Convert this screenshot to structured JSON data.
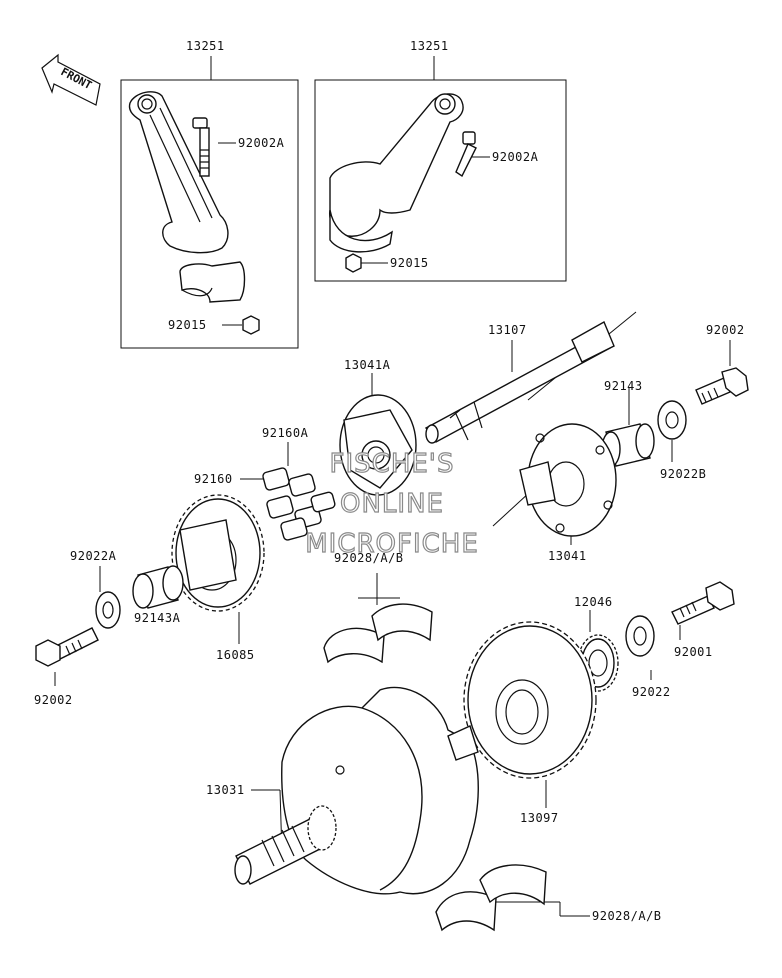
{
  "front_label": "FRONT",
  "watermark": [
    "FISCHE'S",
    "ONLINE",
    "MICROFICHE"
  ],
  "parts": {
    "conrod_left": "13251",
    "conrod_right": "13251",
    "bolt_left": "92002A",
    "bolt_right": "92002A",
    "nut_left": "92015",
    "nut_right": "92015",
    "shaft": "13107",
    "bolt_top_right": "92002",
    "flange_13041a": "13041A",
    "collar_92143": "92143",
    "damper_92160a": "92160A",
    "washer_92022b": "92022B",
    "damper_92160": "92160",
    "flange_13041": "13041",
    "bearing_92028_mid": "92028/A/B",
    "washer_92022a": "92022A",
    "collar_92143a": "92143A",
    "gear_16085": "16085",
    "bolt_bottom_left": "92002",
    "gear_12046": "12046",
    "bolt_92001": "92001",
    "washer_92022": "92022",
    "crankshaft": "13031",
    "gear_13097": "13097",
    "bearing_92028_bottom": "92028/A/B"
  }
}
